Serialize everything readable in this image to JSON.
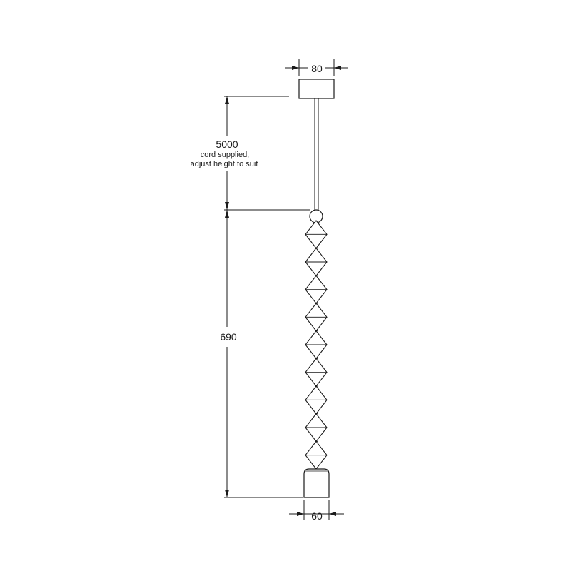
{
  "drawing": {
    "line_color": "#1a1a1a",
    "background_color": "#ffffff",
    "dimensions": {
      "canopy_width": "80",
      "cord_length": "5000",
      "cord_note_line1": "cord supplied,",
      "cord_note_line2": "adjust height to suit",
      "fixture_height": "690",
      "base_width": "60"
    },
    "bead_count": 9
  }
}
